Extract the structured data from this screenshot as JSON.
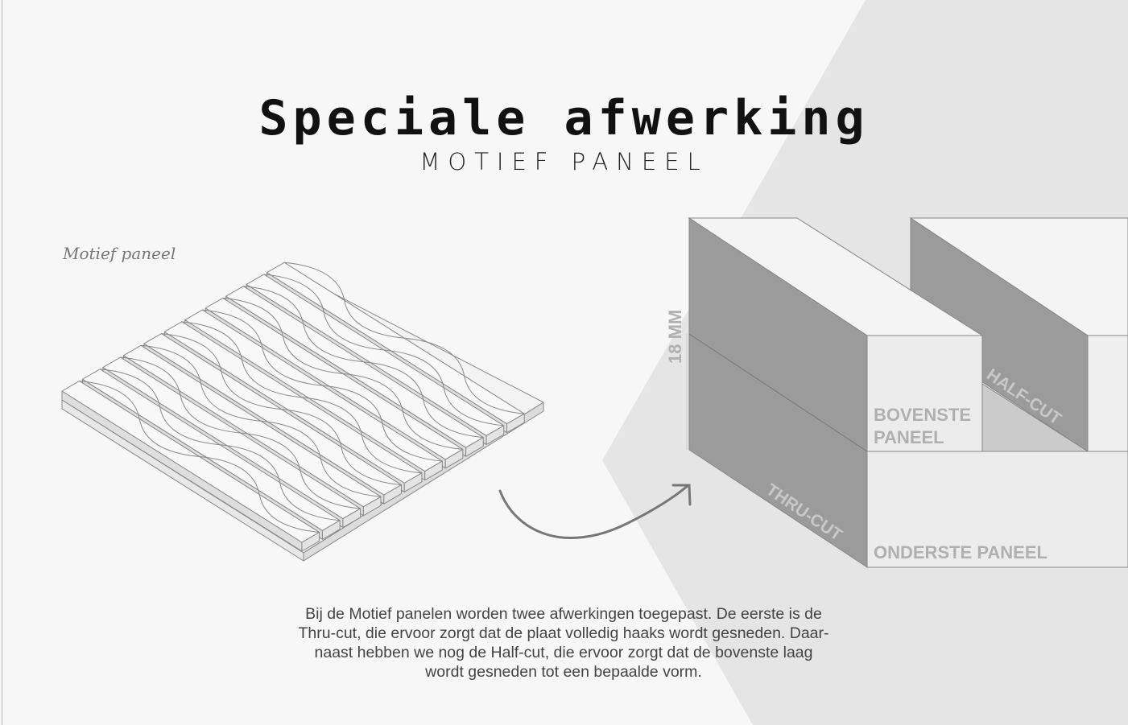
{
  "header": {
    "title": "Speciale afwerking",
    "subtitle": "MOTIEF PANEEL"
  },
  "illustration_left": {
    "caption": "Motief paneel"
  },
  "illustration_right": {
    "thickness_label": "18 MM",
    "top_panel_label_line1": "BOVENSTE",
    "top_panel_label_line2": "PANEEL",
    "bottom_panel_label": "ONDERSTE PANEEL",
    "thru_cut_label": "THRU-CUT",
    "half_cut_label": "HALF-CUT"
  },
  "description": {
    "lines": [
      "Bij de Motief panelen worden twee afwerkingen toegepast. De eerste is de",
      "Thru-cut, die ervoor zorgt dat de plaat volledig haaks wordt gesneden. Daar-",
      "naast hebben we nog de Half-cut, die ervoor zorgt dat de bovenste laag",
      "wordt gesneden tot een bepaalde vorm."
    ]
  },
  "colors": {
    "background": "#f7f7f7",
    "band": "#e5e5e5",
    "dark_face": "#9b9b9b",
    "label": "#b0b0b0"
  }
}
